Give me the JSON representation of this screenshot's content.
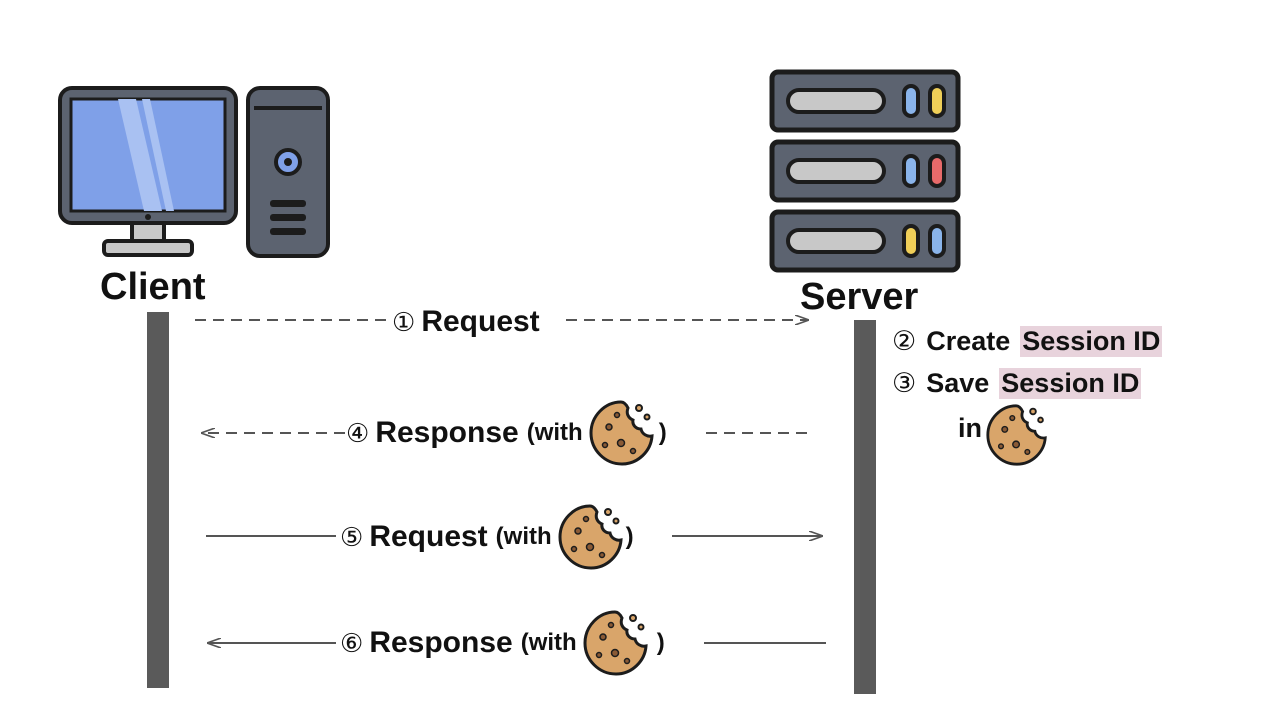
{
  "nodes": {
    "client": {
      "label": "Client"
    },
    "server": {
      "label": "Server"
    }
  },
  "messages": [
    {
      "num": "①",
      "label": "Request",
      "suffix": "",
      "close": ""
    },
    {
      "num": "④",
      "label": "Response",
      "suffix": "(with",
      "close": ")"
    },
    {
      "num": "⑤",
      "label": "Request",
      "suffix": "(with",
      "close": ")"
    },
    {
      "num": "⑥",
      "label": "Response",
      "suffix": "(with",
      "close": ")"
    }
  ],
  "server_notes": [
    {
      "num": "②",
      "text": "Create",
      "highlight": "Session ID"
    },
    {
      "num": "③",
      "text": "Save",
      "highlight": "Session ID"
    }
  ],
  "server_note_in": "in",
  "colors": {
    "cookie": "#d9a56a",
    "cookie_chip": "#8a5a35",
    "lifeline": "#5a5a5a",
    "highlight": "#e8d3dc",
    "screen": "#7fa0e8",
    "server_body": "#5c6370",
    "led_blue": "#8ab4ea",
    "led_yellow": "#f0cf58",
    "led_red": "#e86a6a"
  }
}
